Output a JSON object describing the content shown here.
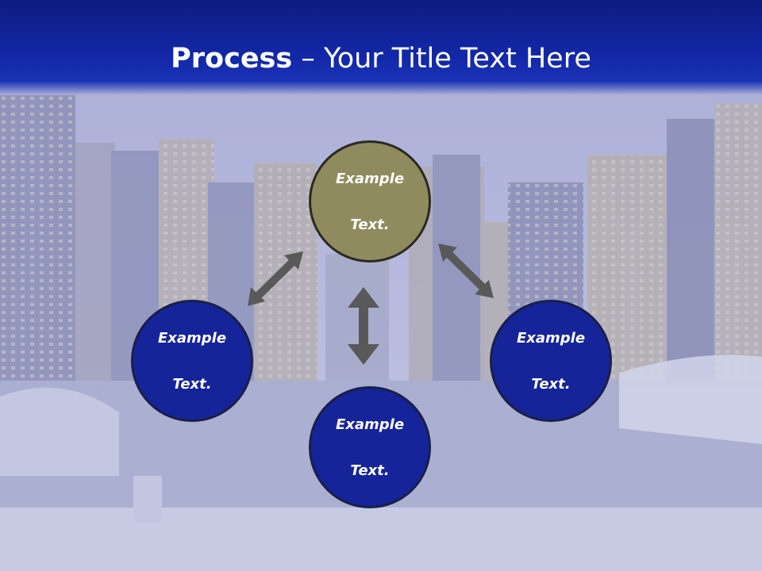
{
  "slide": {
    "title_bold": "Process",
    "title_rest": " – Your Title Text Here",
    "nodes": {
      "top": {
        "line1": "Example",
        "line2": "Text."
      },
      "left": {
        "line1": "Example",
        "line2": "Text."
      },
      "right": {
        "line1": "Example",
        "line2": "Text."
      },
      "bottom": {
        "line1": "Example",
        "line2": "Text."
      }
    }
  },
  "colors": {
    "header": "#1228a8",
    "node_blue": "#16249a",
    "node_olive": "#8f8b5e",
    "arrow": "#595959"
  }
}
